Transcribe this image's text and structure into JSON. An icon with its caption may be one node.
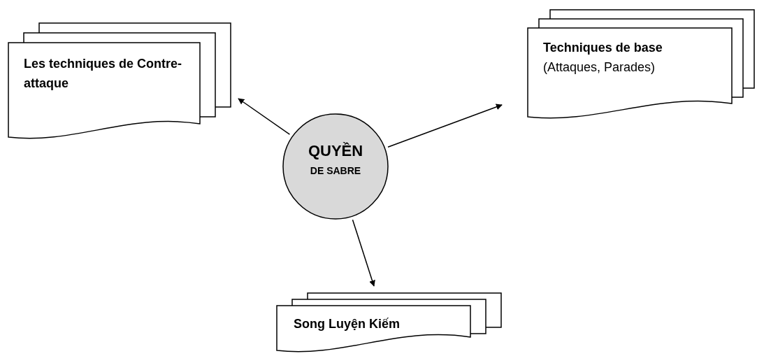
{
  "diagram": {
    "nodes": [
      {
        "text": [
          "Les techniques de Contre-attaque"
        ]
      },
      {
        "text": [
          "**Techniques de base** (Attaques, Parades)"
        ]
      },
      {
        "text": [
          "QUYỀN",
          "DE SABRE"
        ]
      },
      {
        "text": [
          "Song Luyện Kiếm"
        ]
      }
    ],
    "edges": [
      {
        "from": 2,
        "to": 0,
        "arrow": "to"
      },
      {
        "from": 2,
        "to": 1,
        "arrow": "to"
      },
      {
        "from": 2,
        "to": 3,
        "arrow": "to"
      }
    ]
  }
}
